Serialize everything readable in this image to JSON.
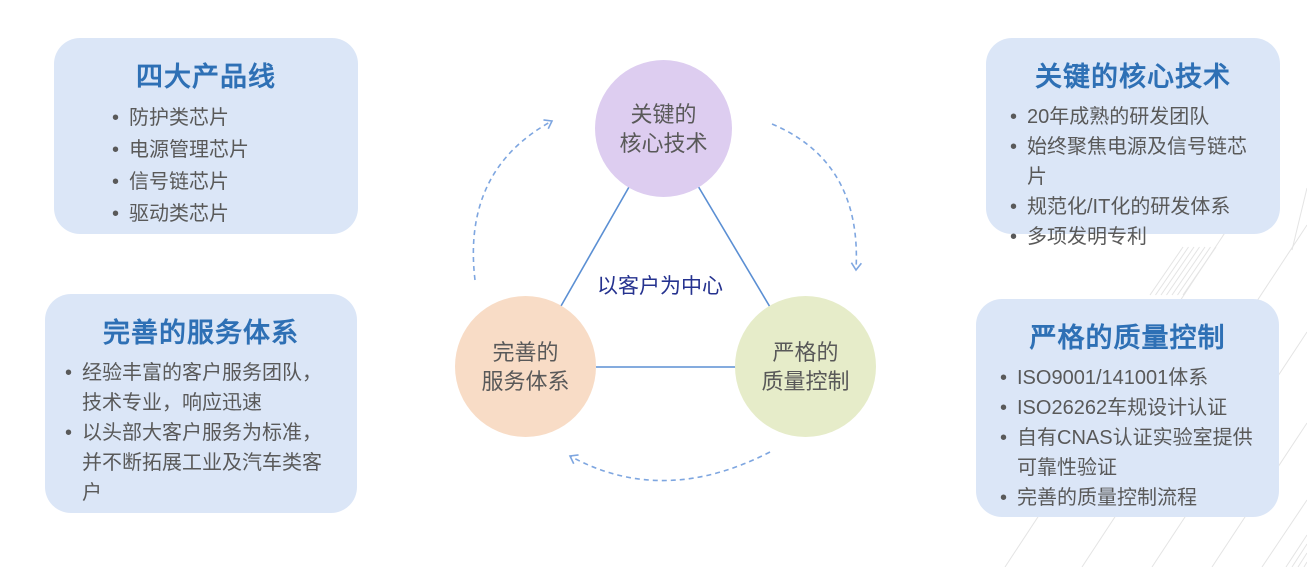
{
  "theme": {
    "box-bg": "#dbe6f7",
    "title-blue": "#2e70b5",
    "text-gray": "#595959",
    "navy": "#25328f",
    "line-blue": "#5b8fd3",
    "arc-blue": "#7ea6e0",
    "circle-purple": "#ddcdf0",
    "circle-orange": "#f8dcc6",
    "circle-green": "#e6ecc9",
    "deco-gray": "#e4e4e4"
  },
  "boxes": [
    {
      "title": "四大产品线",
      "items": [
        "防护类芯片",
        "电源管理芯片",
        "信号链芯片",
        "驱动类芯片"
      ]
    },
    {
      "title": "完善的服务体系",
      "items": [
        "经验丰富的客户服务团队，技术专业，响应迅速",
        "以头部大客户服务为标准，并不断拓展工业及汽车类客户"
      ]
    },
    {
      "title": "关键的核心技术",
      "items": [
        "20年成熟的研发团队",
        "始终聚焦电源及信号链芯片",
        "规范化/IT化的研发体系",
        "多项发明专利"
      ]
    },
    {
      "title": "严格的质量控制",
      "items": [
        "ISO9001/141001体系",
        "ISO26262车规设计认证",
        "自有CNAS认证实验室提供可靠性验证",
        "完善的质量控制流程"
      ]
    }
  ],
  "diagram": {
    "center_label": "以客户为中心",
    "circles": [
      {
        "line1": "关键的",
        "line2": "核心技术"
      },
      {
        "line1": "完善的",
        "line2": "服务体系"
      },
      {
        "line1": "严格的",
        "line2": "质量控制"
      }
    ]
  }
}
